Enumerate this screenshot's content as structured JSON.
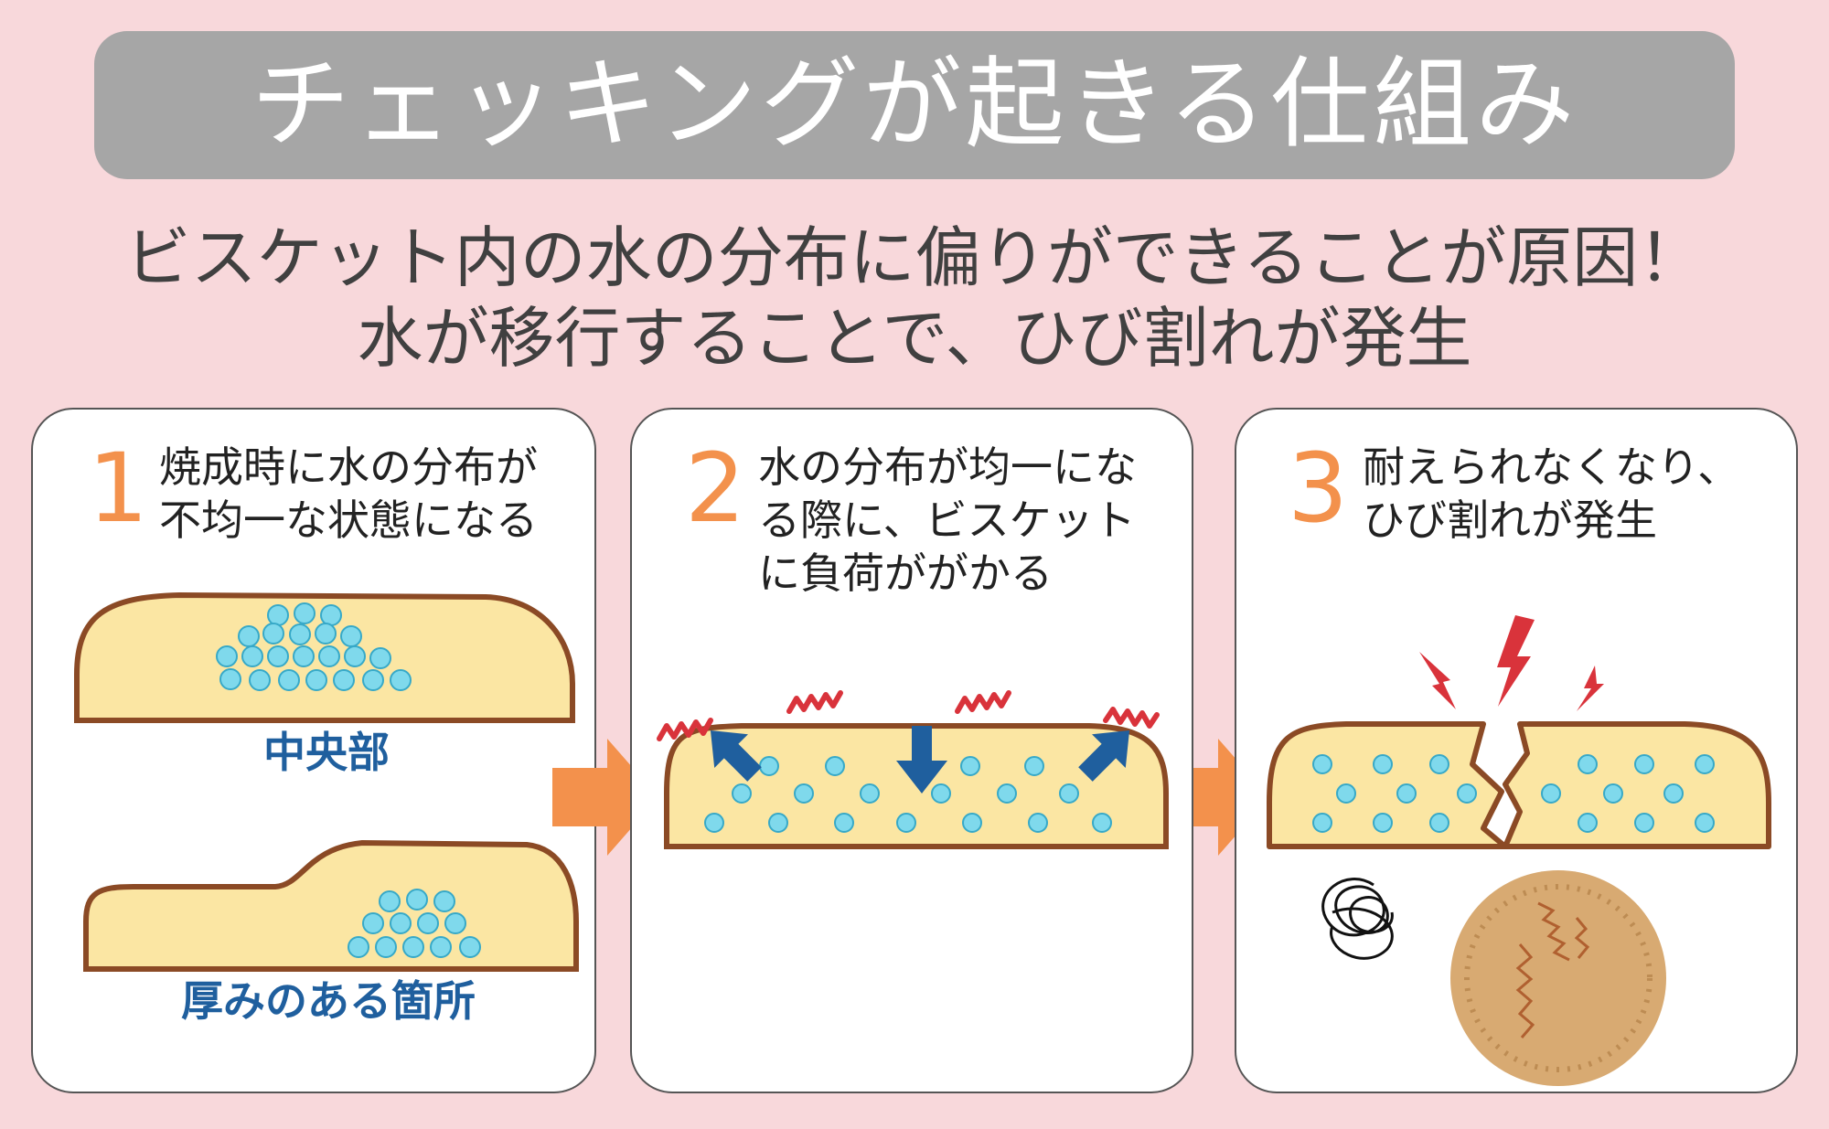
{
  "title": "チェッキングが起きる仕組み",
  "subtitle_lines": [
    "ビスケット内の水の分布に偏りができることが原因！",
    "水が移行することで、ひび割れが発生"
  ],
  "steps": [
    {
      "number": "1",
      "text_lines": [
        "焼成時に水の分布が",
        "不均一な状態になる"
      ],
      "labels": [
        "中央部",
        "厚みのある箇所"
      ]
    },
    {
      "number": "2",
      "text_lines": [
        "水の分布が均一にな",
        "る際に、ビスケット",
        "に負荷ががかる"
      ]
    },
    {
      "number": "3",
      "text_lines": [
        "耐えられなくなり、",
        "ひび割れが発生"
      ]
    }
  ],
  "colors": {
    "background": "#f8d8db",
    "banner": "#a6a6a6",
    "accent_orange": "#f3914c",
    "dough_fill": "#fbe6a3",
    "dough_outline": "#8b4a25",
    "water_drop": "#7fd9ec",
    "label_blue": "#1f5f9e",
    "arrow_blue": "#1f5f9e",
    "heat_wave_red": "#d9333b",
    "lightning_red": "#d9333b",
    "cookie": "#d8aa72"
  },
  "icons": [
    "flow-arrow-icon",
    "heat-wave-icon",
    "water-drop-icon",
    "lightning-icon",
    "scribble-icon",
    "cracked-cookie-icon"
  ]
}
